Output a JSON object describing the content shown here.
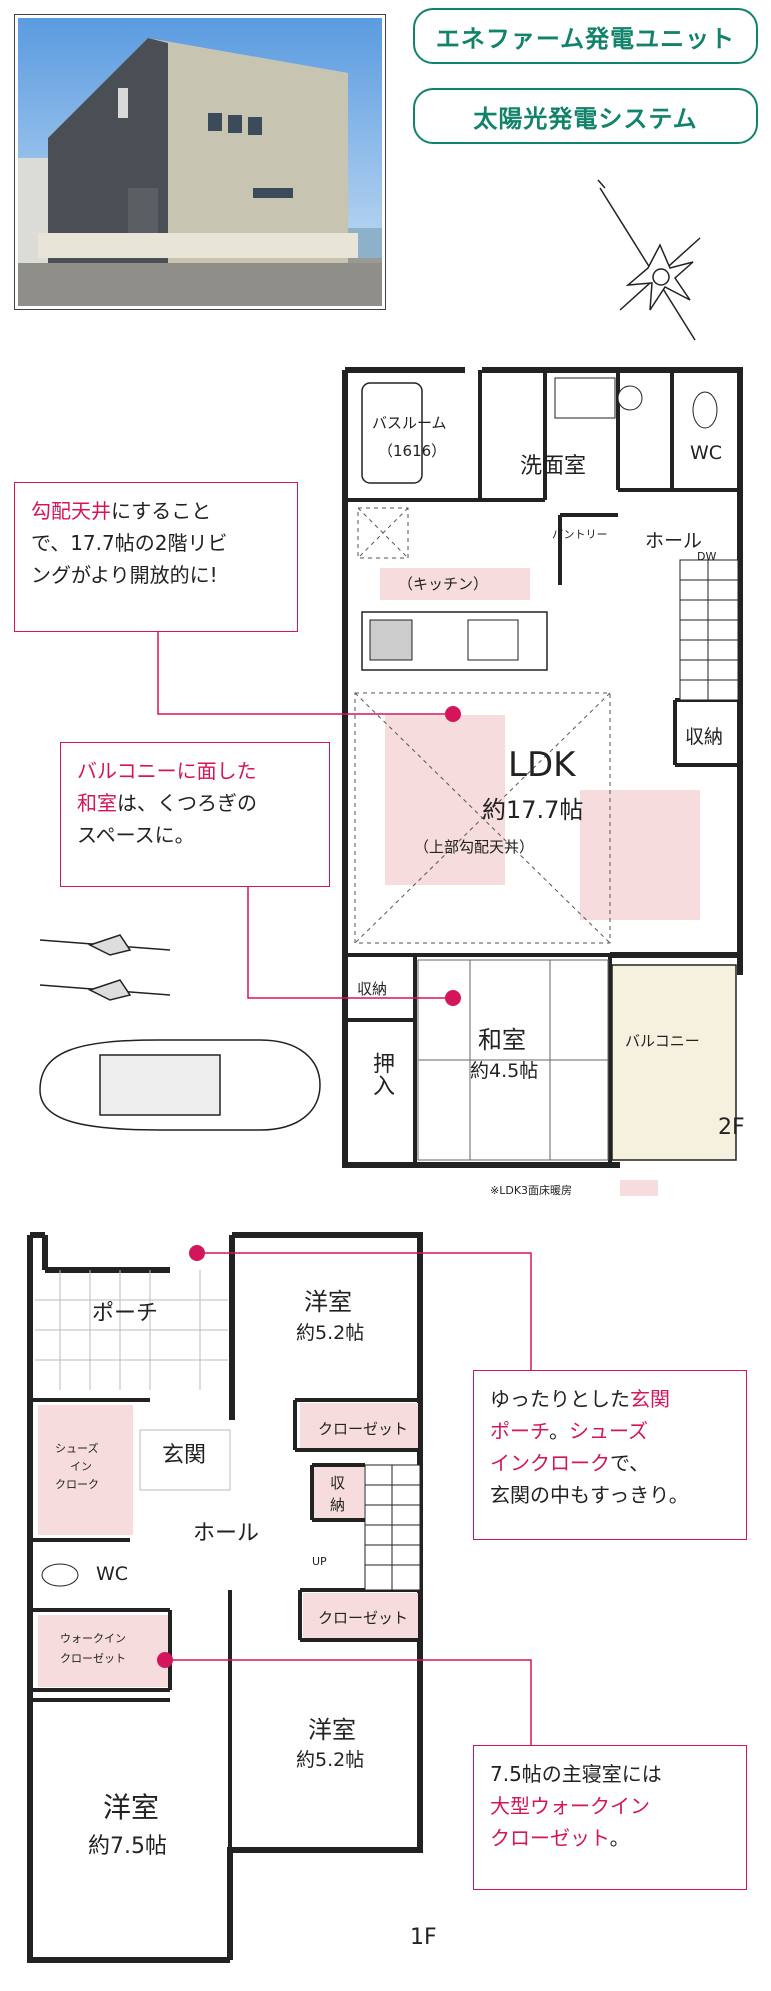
{
  "badges": {
    "enefarm": "エネファーム発電ユニット",
    "solar": "太陽光発電システム"
  },
  "floor2": {
    "label": "2F",
    "rooms": {
      "bathroom": "バスルーム",
      "bathroom_size": "（1616）",
      "washroom": "洗面室",
      "wc": "WC",
      "pantry": "パントリー",
      "hall": "ホール",
      "dw": "DW",
      "kitchen": "（キッチン）",
      "storage": "収納",
      "ldk": "LDK",
      "ldk_size": "約17.7帖",
      "ldk_note": "（上部勾配天井）",
      "storage2": "収納",
      "washitsu": "和室",
      "washitsu_size": "約4.5帖",
      "oshiire": "押入",
      "balcony": "バルコニー"
    },
    "note": "※LDK3面床暖房"
  },
  "floor1": {
    "label": "1F",
    "rooms": {
      "porch": "ポーチ",
      "room1": "洋室",
      "room1_size": "約5.2帖",
      "closet1": "クローゼット",
      "shoes": "シューズ",
      "shoes2": "イン",
      "shoes3": "クローク",
      "entrance": "玄関",
      "storage": "収",
      "storage2": "納",
      "hall": "ホール",
      "up": "UP",
      "wc": "WC",
      "walkin": "ウォークイン",
      "walkin2": "クローゼット",
      "closet2": "クローゼット",
      "room2": "洋室",
      "room2_size": "約5.2帖",
      "room3": "洋室",
      "room3_size": "約7.5帖"
    }
  },
  "callouts": {
    "c1": {
      "l1a": "勾配天井",
      "l1b": "にすること",
      "l2": "で、17.7帖の2階リビ",
      "l3": "ングがより開放的に!"
    },
    "c2": {
      "l1": "バルコニーに面した",
      "l2a": "和室",
      "l2b": "は、くつろぎの",
      "l3": "スペースに。"
    },
    "c3": {
      "l1a": "ゆったりとした",
      "l1b": "玄関",
      "l2a": "ポーチ",
      "l2b": "。",
      "l2c": "シューズ",
      "l3a": "インクローク",
      "l3b": "で、",
      "l4": "玄関の中もすっきり。"
    },
    "c4": {
      "l1": "7.5帖の主寝室には",
      "l2": "大型ウォークイン",
      "l3a": "クローゼット",
      "l3b": "。"
    }
  },
  "colors": {
    "accent": "#11836a",
    "callout": "#d5155b",
    "floor_heating": "#f6dcdc"
  }
}
